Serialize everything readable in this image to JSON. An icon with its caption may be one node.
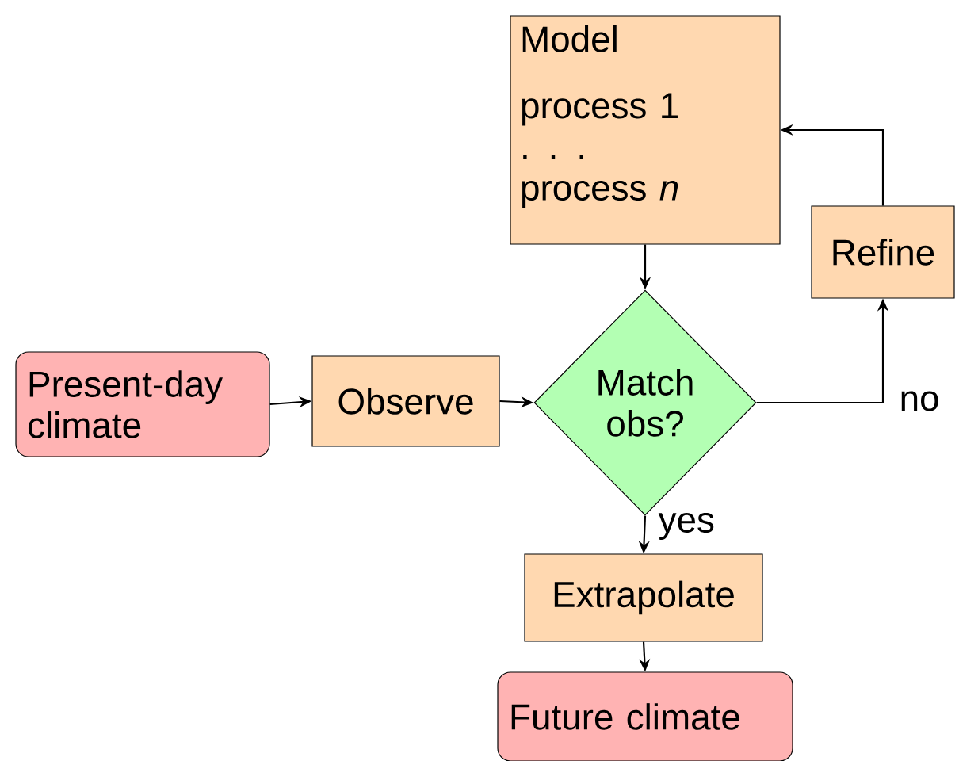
{
  "diagram": {
    "nodes": [
      {
        "text": [
          "Present-day climate"
        ]
      },
      {
        "text": [
          "Observe"
        ]
      },
      {
        "text": [
          "Model",
          "process 1",
          ". . .",
          "process *n*"
        ]
      },
      {
        "text": [
          "Match obs?"
        ]
      },
      {
        "text": [
          "Refine"
        ]
      },
      {
        "text": [
          "Extrapolate"
        ]
      },
      {
        "text": [
          "Future climate"
        ]
      }
    ],
    "edges": [
      {
        "from": 0,
        "to": 1,
        "arrow": "to"
      },
      {
        "from": 1,
        "to": 3,
        "arrow": "to"
      },
      {
        "from": 2,
        "to": 3,
        "arrow": "to"
      },
      {
        "from": 3,
        "to": 4,
        "arrow": "to",
        "label": "no"
      },
      {
        "from": 4,
        "to": 2,
        "arrow": "to"
      },
      {
        "from": 3,
        "to": 5,
        "arrow": "to",
        "label": "yes"
      },
      {
        "from": 5,
        "to": 6,
        "arrow": "to"
      }
    ]
  }
}
